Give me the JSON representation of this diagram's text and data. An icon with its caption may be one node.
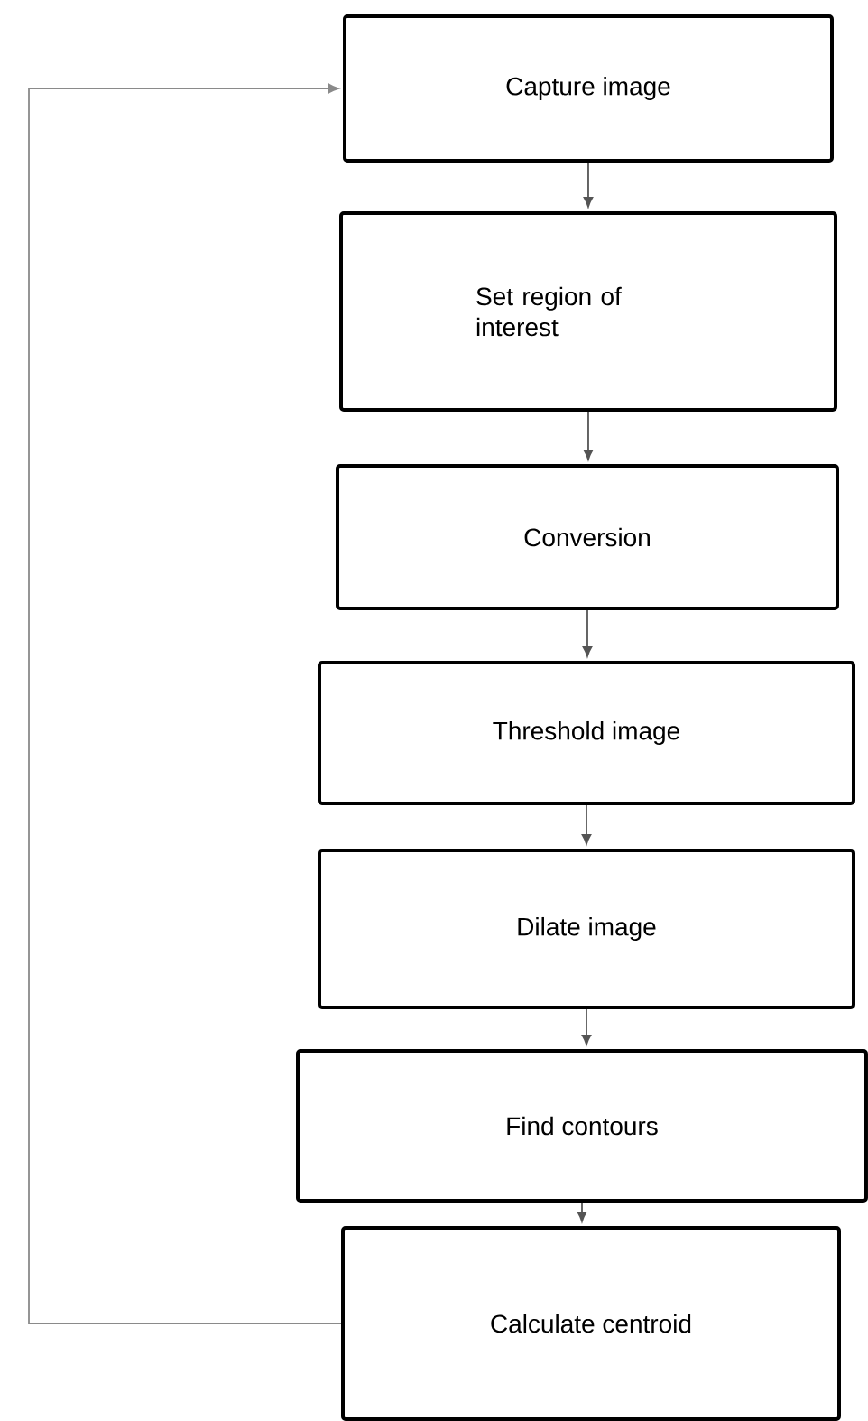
{
  "diagram": {
    "nodes": [
      {
        "text": [
          "Capture image"
        ]
      },
      {
        "text": [
          "Set region of interest"
        ]
      },
      {
        "text": [
          "Conversion"
        ]
      },
      {
        "text": [
          "Threshold image"
        ]
      },
      {
        "text": [
          "Dilate image"
        ]
      },
      {
        "text": [
          "Find contours"
        ]
      },
      {
        "text": [
          "Calculate centroid"
        ]
      }
    ],
    "edges": [
      {
        "from": 0,
        "to": 1,
        "arrow": "to"
      },
      {
        "from": 1,
        "to": 2,
        "arrow": "to"
      },
      {
        "from": 2,
        "to": 3,
        "arrow": "to"
      },
      {
        "from": 3,
        "to": 4,
        "arrow": "to"
      },
      {
        "from": 4,
        "to": 5,
        "arrow": "to"
      },
      {
        "from": 5,
        "to": 6,
        "arrow": "to"
      },
      {
        "from": 6,
        "to": 0,
        "arrow": "to",
        "color": "#8a8a8a"
      }
    ]
  }
}
